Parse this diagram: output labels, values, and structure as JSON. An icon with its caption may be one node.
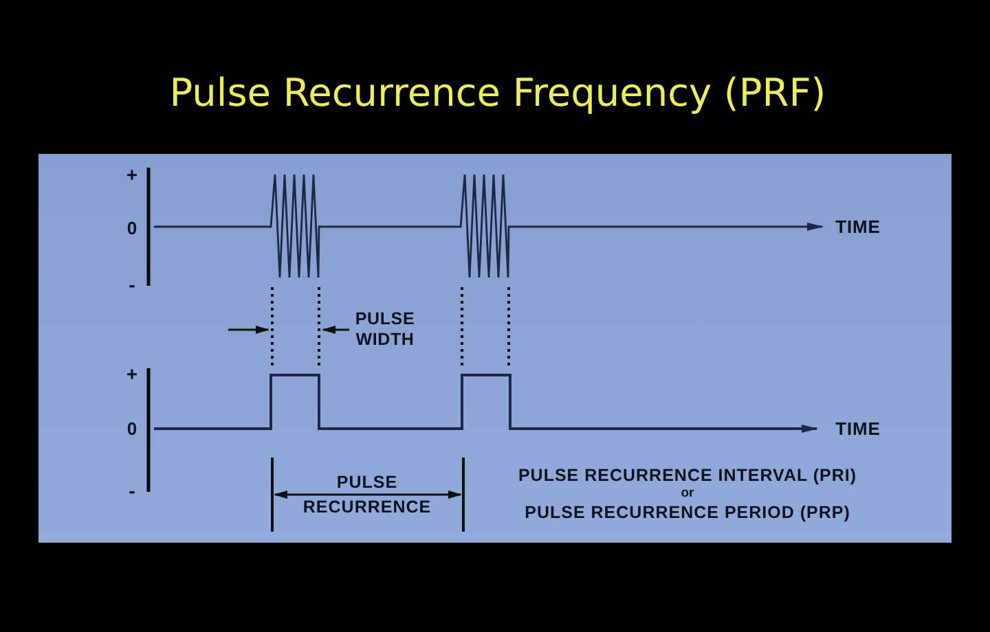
{
  "diagram": {
    "title": "Pulse Recurrence Frequency (PRF)",
    "labels": [
      "+",
      "0",
      "-",
      "TIME",
      "PULSE WIDTH",
      "+",
      "0",
      "-",
      "TIME",
      "PULSE",
      "RECURRENCE",
      "PULSE RECURRENCE INTERVAL (PRI)",
      "or",
      "PULSE RECURRENCE PERIOD (PRP)"
    ]
  }
}
